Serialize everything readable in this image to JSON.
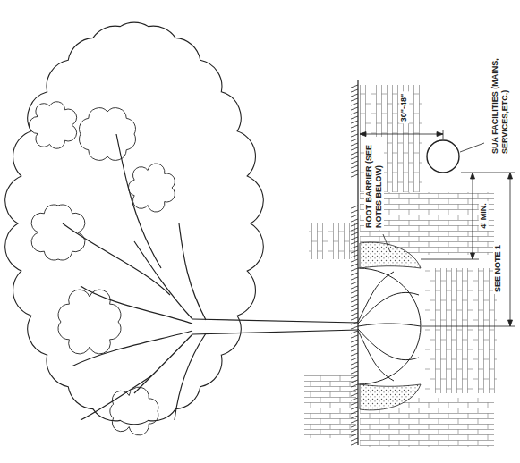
{
  "diagram": {
    "labels": [
      "ROOT BARRIER (SEE NOTES BELOW)",
      "SUA FACILITIES (MAINS, SERVICES,ETC.)",
      "30\"-48\"",
      "4' MIN.",
      "SEE NOTE 1"
    ]
  }
}
